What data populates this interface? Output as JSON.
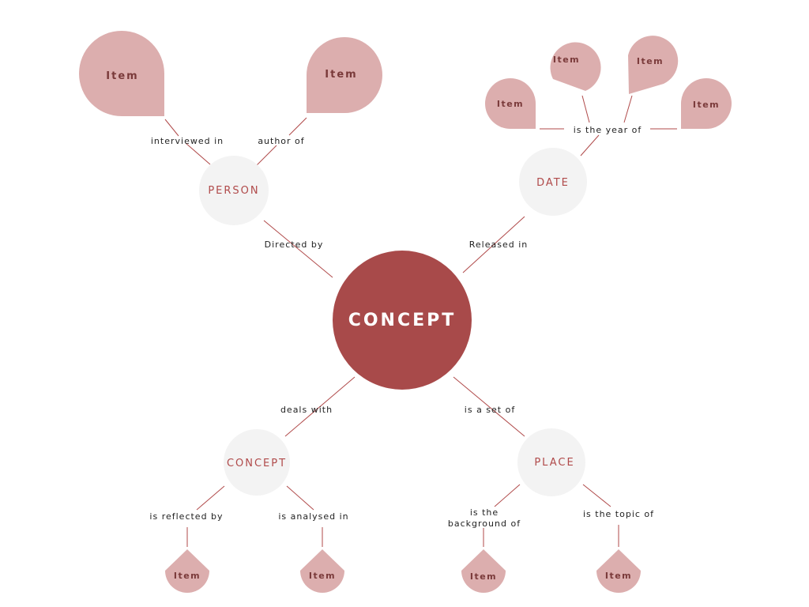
{
  "center": {
    "label": "CONCEPT"
  },
  "nodes": {
    "person": "PERSON",
    "date": "DATE",
    "concept": "CONCEPT",
    "place": "PLACE"
  },
  "links": {
    "directed_by": "Directed by",
    "released_in": "Released in",
    "deals_with": "deals with",
    "is_a_set_of": "is a set of",
    "interviewed_in": "interviewed in",
    "author_of": "author of",
    "is_the_year_of": "is the year of",
    "is_reflected_by": "is reflected by",
    "is_analysed_in": "is analysed in",
    "is_the_background_of_1": "is the",
    "is_the_background_of_2": "background of",
    "is_the_topic_of": "is the topic of"
  },
  "items": {
    "label": "Item"
  },
  "colors": {
    "main": "#a84a4a",
    "item": "#dcaeae",
    "sub": "#f3f3f3",
    "line": "#b04a4a"
  }
}
